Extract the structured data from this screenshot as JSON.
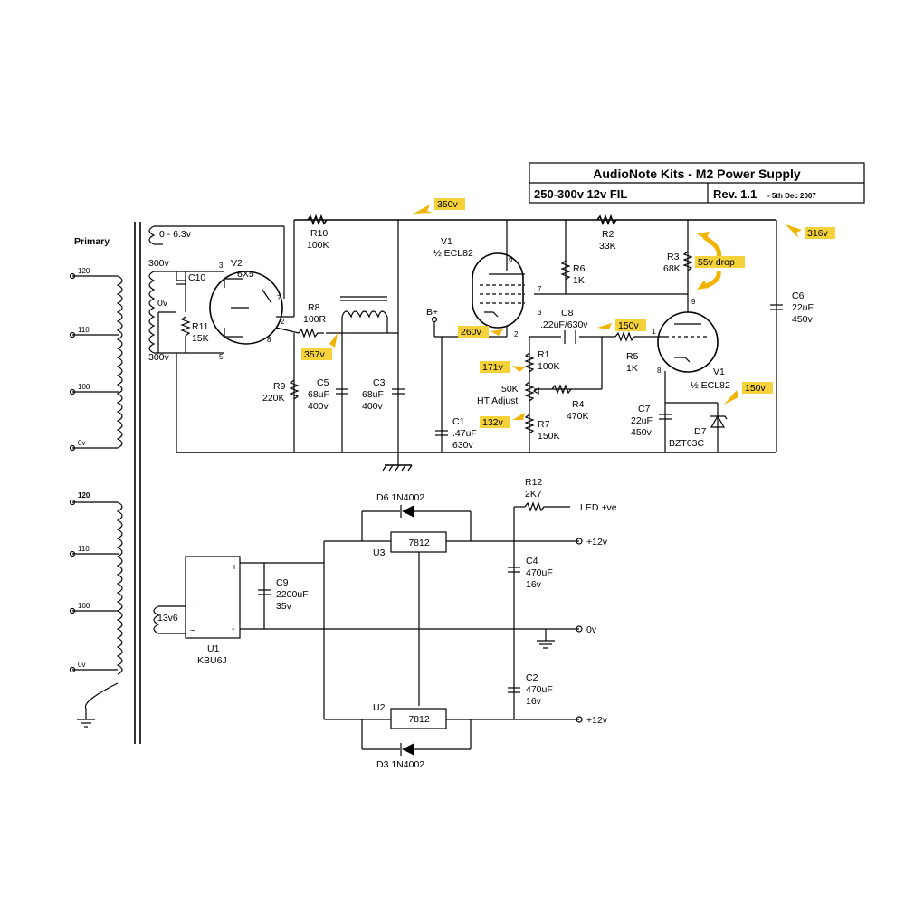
{
  "title_block": {
    "title": "AudioNote Kits - M2 Power Supply",
    "spec": "250-300v 12v FIL",
    "revision": "Rev. 1.1",
    "date": "- 5th Dec 2007"
  },
  "transformer": {
    "primary_label": "Primary",
    "primary_taps_top": [
      "120",
      "110",
      "100",
      "0v"
    ],
    "primary_taps_bottom": [
      "120",
      "110",
      "100",
      "0v"
    ],
    "heater_winding": "0 - 6.3v",
    "ht_top": "300v",
    "ht_center": "0v",
    "ht_bottom": "300v",
    "low_voltage_winding": "13v6"
  },
  "components": {
    "c10": "C10",
    "r11": "R11",
    "r11_val": "15K",
    "v2": "V2",
    "v2_type": "6X5",
    "v2_pins": [
      "3",
      "7",
      "2",
      "8",
      "5"
    ],
    "r10": "R10",
    "r10_val": "100K",
    "r8": "R8",
    "r8_val": "100R",
    "r9": "R9",
    "r9_val": "220K",
    "c5": "C5",
    "c5_val": "68uF",
    "c5_v": "400v",
    "c3": "C3",
    "c3_val": "68uF",
    "c3_v": "400v",
    "v1a": "V1",
    "v1a_type": "½ ECL82",
    "v1a_pins": [
      "6",
      "7",
      "3",
      "2"
    ],
    "r6": "R6",
    "r6_val": "1K",
    "r2": "R2",
    "r2_val": "33K",
    "r3": "R3",
    "r3_val": "68K",
    "c6": "C6",
    "c6_val": "22uF",
    "c6_v": "450v",
    "bplus": "B+",
    "c8": "C8",
    "c8_val": ".22uF/630v",
    "r5": "R5",
    "r5_val": "1K",
    "v1b": "V1",
    "v1b_type": "½ ECL82",
    "v1b_pins": [
      "9",
      "1",
      "8"
    ],
    "r1": "R1",
    "r1_val": "100K",
    "pot_val": "50K",
    "pot_label": "HT Adjust",
    "r4": "R4",
    "r4_val": "470K",
    "r7": "R7",
    "r7_val": "150K",
    "c1": "C1",
    "c1_val": ".47uF",
    "c1_v": "630v",
    "c7": "C7",
    "c7_val": "22uF",
    "c7_v": "450v",
    "d7": "D7",
    "d7_type": "BZT03C",
    "d6": "D6 1N4002",
    "u3": "U3",
    "u3_type": "7812",
    "r12": "R12",
    "r12_val": "2K7",
    "led_label": "LED +ve",
    "c4": "C4",
    "c4_val": "470uF",
    "c4_v": "16v",
    "c9": "C9",
    "c9_val": "2200uF",
    "c9_v": "35v",
    "u1": "U1",
    "u1_type": "KBU6J",
    "bridge_plus": "+",
    "bridge_minus": "-",
    "c2": "C2",
    "c2_val": "470uF",
    "c2_v": "16v",
    "u2": "U2",
    "u2_type": "7812",
    "d3": "D3 1N4002",
    "out_top": "+12v",
    "out_mid": "0v",
    "out_bot": "+12v"
  },
  "voltage_tags": {
    "t350": "350v",
    "t316": "316v",
    "t55": "55v drop",
    "t260": "260v",
    "t150a": "150v",
    "t357": "357v",
    "t171": "171v",
    "t132": "132v",
    "t150b": "150v"
  },
  "colors": {
    "highlight": "#f5d23a",
    "arrow": "#f0b400",
    "ink": "#000000"
  }
}
